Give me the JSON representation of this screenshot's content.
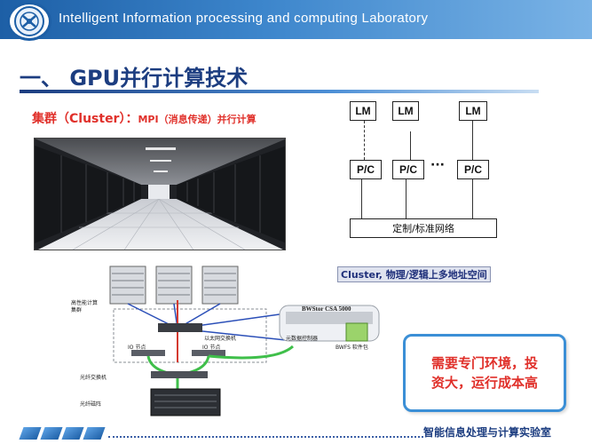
{
  "header": {
    "lab_name": "Intelligent Information processing and computing Laboratory"
  },
  "slide": {
    "title": "一、 GPU并行计算技术",
    "cluster_heading_main": "集群（Cluster）：",
    "cluster_heading_mpi": "MPI（消息传递）并行计算"
  },
  "lm_diagram": {
    "memory_label": "LM",
    "processor_label": "P/C",
    "ellipsis": "···",
    "network_label": "定制/标准网络"
  },
  "cluster_caption": "Cluster, 物理/逻辑上多地址空间",
  "architecture": {
    "hpc_label_line1": "高性能计算",
    "hpc_label_line2": "集群",
    "storage_title": "BWStor CSA 5000",
    "metadata_controller": "元数据控制器",
    "bwfs_package": "BWFS 软件包",
    "ethernet_switch": "以太网交换机",
    "io_node": "IO 节点",
    "fc_switch": "光纤交换机",
    "fc_array": "光纤磁阵"
  },
  "callout": {
    "line1": "需要专门环境，投",
    "line2": "资大，运行成本高"
  },
  "footer": {
    "lab_name_cn": "智能信息处理与计算实验室"
  }
}
